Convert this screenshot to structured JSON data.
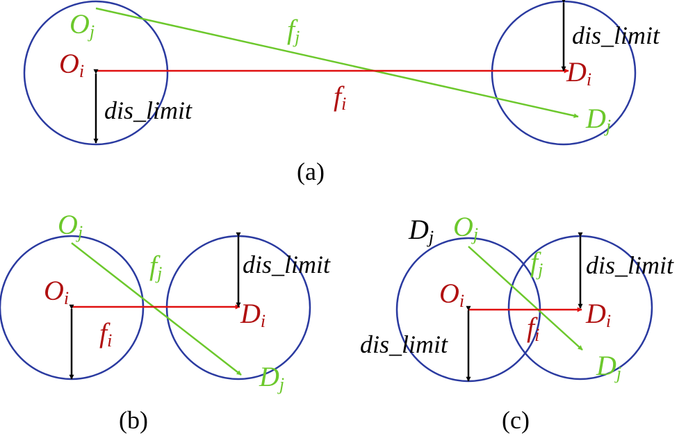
{
  "colors": {
    "circle": "#2a3aa0",
    "flow_i": "#e01010",
    "flow_j": "#6cc82c",
    "label_i": "#b01010",
    "label_j": "#6cc82c",
    "limit": "#000000"
  },
  "labels": {
    "O": "O",
    "D": "D",
    "f": "f",
    "i": "i",
    "j": "j",
    "dis_limit": "dis_limit"
  },
  "captions": {
    "a": "(a)",
    "b": "(b)",
    "c": "(c)"
  }
}
